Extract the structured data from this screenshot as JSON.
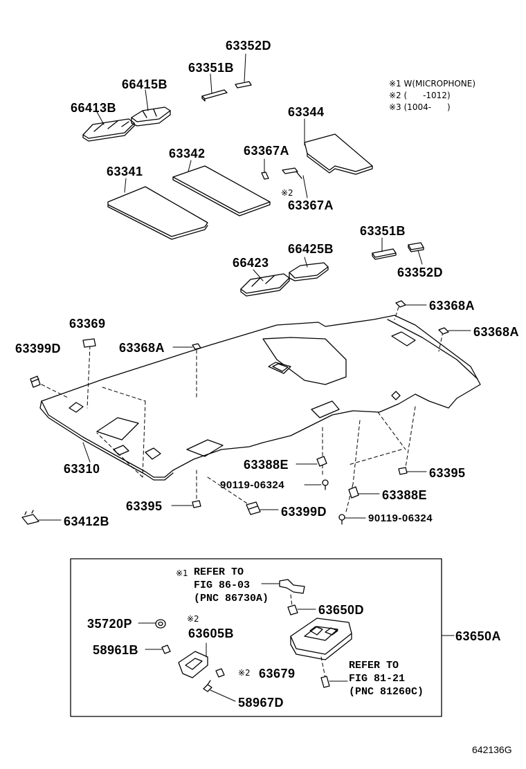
{
  "figure_id": "642136G",
  "notes": [
    "※1 W(MICROPHONE)",
    "※2 (      -1012)",
    "※3 (1004-      )"
  ],
  "marks": {
    "m1": "※1",
    "m2": "※2"
  },
  "labels": {
    "p63352D_a": "63352D",
    "p63351B_a": "63351B",
    "p66415B": "66415B",
    "p66413B": "66413B",
    "p63344": "63344",
    "p63342": "63342",
    "p63367A_a": "63367A",
    "p63341": "63341",
    "p63367A_b": "63367A",
    "p63351B_b": "63351B",
    "p66425B": "66425B",
    "p66423": "66423",
    "p63352D_b": "63352D",
    "p63368A_a": "63368A",
    "p63368A_b": "63368A",
    "p63369": "63369",
    "p63399D_a": "63399D",
    "p63368A_c": "63368A",
    "p63310": "63310",
    "p63388E_a": "63388E",
    "p63395_a": "63395",
    "p90119_a": "90119-06324",
    "p63395_b": "63395",
    "p63388E_b": "63388E",
    "p63399D_b": "63399D",
    "p90119_b": "90119-06324",
    "p63412B": "63412B",
    "p63650D": "63650D",
    "p63650A": "63650A",
    "p35720P": "35720P",
    "p63605B": "63605B",
    "p58961B": "58961B",
    "p63679": "63679",
    "p58967D": "58967D"
  },
  "refers": {
    "r1": "REFER TO\nFIG 86-03\n(PNC 86730A)",
    "r2": "REFER TO\nFIG 81-21\n(PNC 81260C)"
  }
}
